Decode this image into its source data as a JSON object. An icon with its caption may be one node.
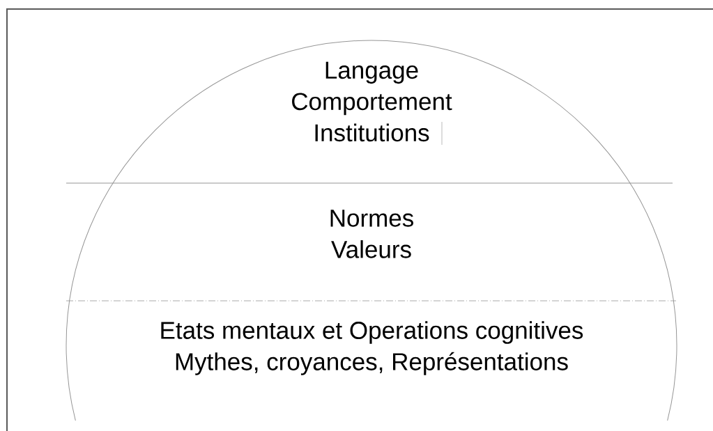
{
  "diagram": {
    "nodes": [
      {
        "text": [],
        "shape": "circle"
      },
      {
        "text": [
          "Langage",
          "Comportement",
          "Institutions"
        ],
        "in": 0
      },
      {
        "text": [
          "Normes",
          "Valeurs"
        ],
        "in": 0
      },
      {
        "text": [
          "Etats mentaux et Operations cognitives",
          "Mythes, croyances, Représentations"
        ],
        "in": 0
      }
    ]
  }
}
